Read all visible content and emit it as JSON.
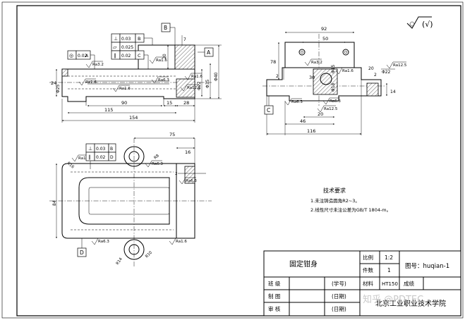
{
  "roughness_note": "(√)",
  "datums": {
    "a": "A",
    "b": "B",
    "c": "C",
    "d": "D"
  },
  "front_view": {
    "dims": {
      "d90": "90",
      "d115": "115",
      "d154": "154",
      "d15": "15",
      "d28": "28",
      "d24": "24",
      "d20": "20",
      "d7": "7",
      "phi25": "Φ25",
      "phi22": "Φ22",
      "phi35": "Φ35",
      "phi40": "Φ40"
    },
    "rough": {
      "r1": "Ra3.2",
      "r2": "Ra1.6",
      "r3": "Ra1.6",
      "r4": "Ra1.6",
      "r5": "Ra6.3",
      "r6": "Ra12.5",
      "r7": "Ra1.6"
    },
    "gtol": {
      "f1": {
        "sym": "⊥",
        "val": "0.03",
        "ref": "B"
      },
      "f2": {
        "sym": "⏥",
        "val": "0.025",
        "ref": ""
      },
      "f3": {
        "sym": "∥",
        "val": "0.02",
        "ref": "C"
      },
      "f4": {
        "sym": "◎",
        "val": "0.02",
        "ref": "A"
      }
    }
  },
  "side_view": {
    "dims": {
      "d92": "92",
      "d50": "50",
      "d116": "116",
      "d46": "46",
      "d20": "20",
      "d30": "30",
      "d78": "78",
      "d14": "14",
      "d2": "2",
      "d2b": "2",
      "d20b": "20",
      "phi22": "Φ22",
      "phi15": "Φ15",
      "phi18": "Φ18"
    },
    "rough": {
      "r1": "Ra6.3",
      "r2": "Ra12.5",
      "r3": "Ra6.3",
      "r4": "Ra12.5",
      "r5": "Ra1.6",
      "r6": "Ra3.2"
    }
  },
  "top_view": {
    "dims": {
      "d75": "75",
      "d16": "16",
      "d84": "84",
      "r8": "R8",
      "r14": "R14",
      "r16": "R16",
      "r10": "R10",
      "d2": "2"
    },
    "rough": {
      "r1": "Ra1.6",
      "r2": "Ra6.3",
      "r3": "Ra6.3",
      "r4": "Ra1.6",
      "r5": "Ra6.3"
    },
    "gtol": {
      "f1": {
        "sym": "⊥",
        "val": "0.03",
        "ref": "B"
      },
      "f2": {
        "sym": "∥",
        "val": "0.02",
        "ref": "D"
      }
    }
  },
  "tech_req": {
    "title": "技术要求",
    "items": [
      "1.未注铸造圆角R2~3。",
      "2.线性尺寸未注公差为GB/T 1804-m。"
    ]
  },
  "title_block": {
    "part_name": "固定钳身",
    "scale_label": "比例",
    "scale_value": "1:2",
    "qty_label": "件数",
    "qty_value": "1",
    "drawing_no": "图号：huqian-1",
    "class_label": "班 级",
    "student_id_label": "(学号)",
    "material_label": "材料",
    "material_value": "HT150",
    "grade_label": "成绩",
    "draw_label": "制 图",
    "draw_date_label": "(日期)",
    "review_label": "审 核",
    "review_date_label": "(日期)",
    "school": "北京工业职业技术学院"
  },
  "watermark": "知乎 @PDTEC"
}
